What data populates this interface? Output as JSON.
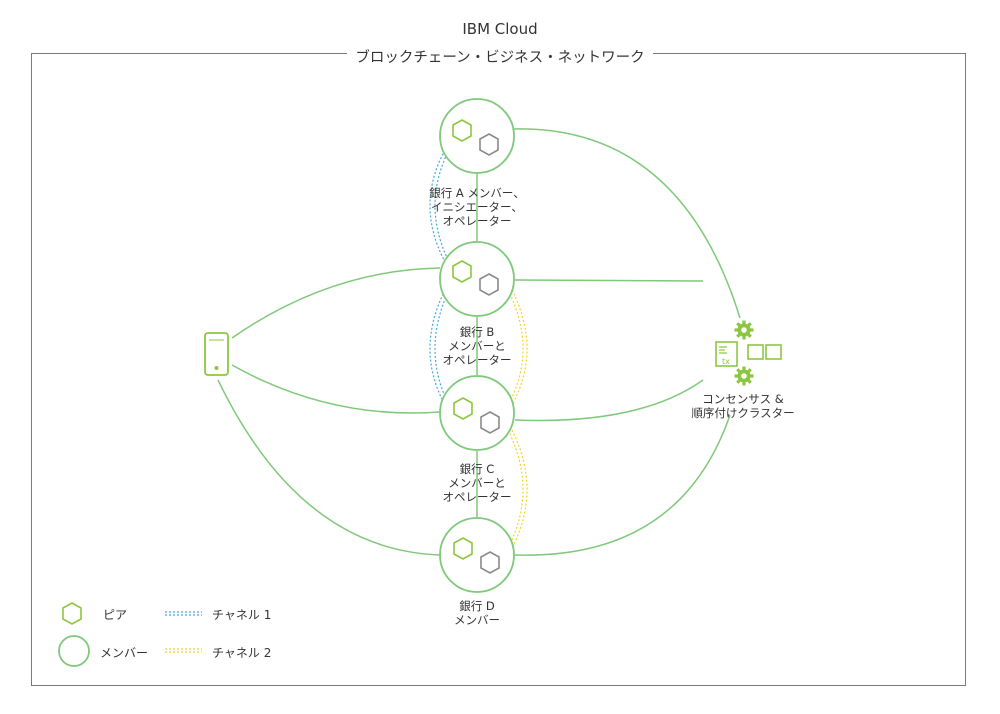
{
  "header": {
    "title": "IBM Cloud"
  },
  "network": {
    "label": "ブロックチェーン・ビジネス・ネットワーク"
  },
  "members": [
    {
      "id": "bank-a",
      "lines": [
        "銀行 A メンバー、",
        "イニシエーター、",
        "オペレーター"
      ]
    },
    {
      "id": "bank-b",
      "lines": [
        "銀行 B",
        "メンバーと",
        "オペレーター"
      ]
    },
    {
      "id": "bank-c",
      "lines": [
        "銀行 C",
        "メンバーと",
        "オペレーター"
      ]
    },
    {
      "id": "bank-d",
      "lines": [
        "銀行 D",
        "メンバー"
      ]
    }
  ],
  "cluster": {
    "lines": [
      "コンセンサス &",
      "順序付けクラスター"
    ],
    "tx_label": "tx"
  },
  "legend": {
    "peer": "ピア",
    "member": "メンバー",
    "channel1": "チャネル 1",
    "channel2": "チャネル 2"
  },
  "colors": {
    "green": "#8cc63f",
    "line": "#7fc97a",
    "channel1": "#4aa8d8",
    "channel2": "#f2d230",
    "peer_gray": "#8a8a8a"
  },
  "icons": {
    "client": "mobile-phone-icon",
    "peer": "hexagon-icon",
    "orderer": "gear-icon",
    "transaction": "transaction-document-icon"
  }
}
